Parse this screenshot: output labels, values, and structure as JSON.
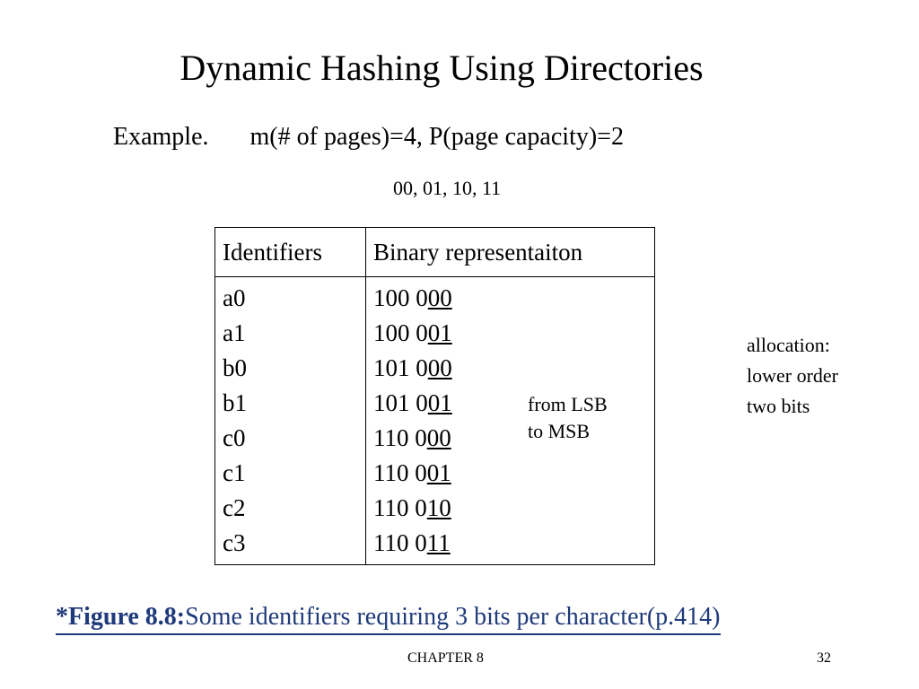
{
  "slide": {
    "title": "Dynamic Hashing Using Directories",
    "example_label": "Example.",
    "example_params": "m(# of pages)=4,  P(page capacity)=2",
    "bit_list": "00, 01, 10, 11"
  },
  "table": {
    "headers": [
      "Identifiers",
      "Binary representaiton"
    ],
    "rows": [
      {
        "id": "a0",
        "prefix": "100 0",
        "bits": "00"
      },
      {
        "id": "a1",
        "prefix": "100 0",
        "bits": "01"
      },
      {
        "id": "b0",
        "prefix": "101 0",
        "bits": "00"
      },
      {
        "id": "b1",
        "prefix": "101 0",
        "bits": "01"
      },
      {
        "id": "c0",
        "prefix": "110 0",
        "bits": "00"
      },
      {
        "id": "c1",
        "prefix": "110 0",
        "bits": "01"
      },
      {
        "id": "c2",
        "prefix": "110 0",
        "bits": "10"
      },
      {
        "id": "c3",
        "prefix": "110 0",
        "bits": "11"
      }
    ]
  },
  "notes": {
    "lsb_line1": "from LSB",
    "lsb_line2": "to MSB",
    "alloc_line1": "allocation:",
    "alloc_line2": "lower order",
    "alloc_line3": "two bits"
  },
  "caption": {
    "label": "*Figure  8.8:",
    "text": "Some identifiers requiring 3 bits per character(p.414)",
    "color": "#1f3a7a"
  },
  "footer": {
    "chapter": "CHAPTER 8",
    "page_number": "32"
  }
}
